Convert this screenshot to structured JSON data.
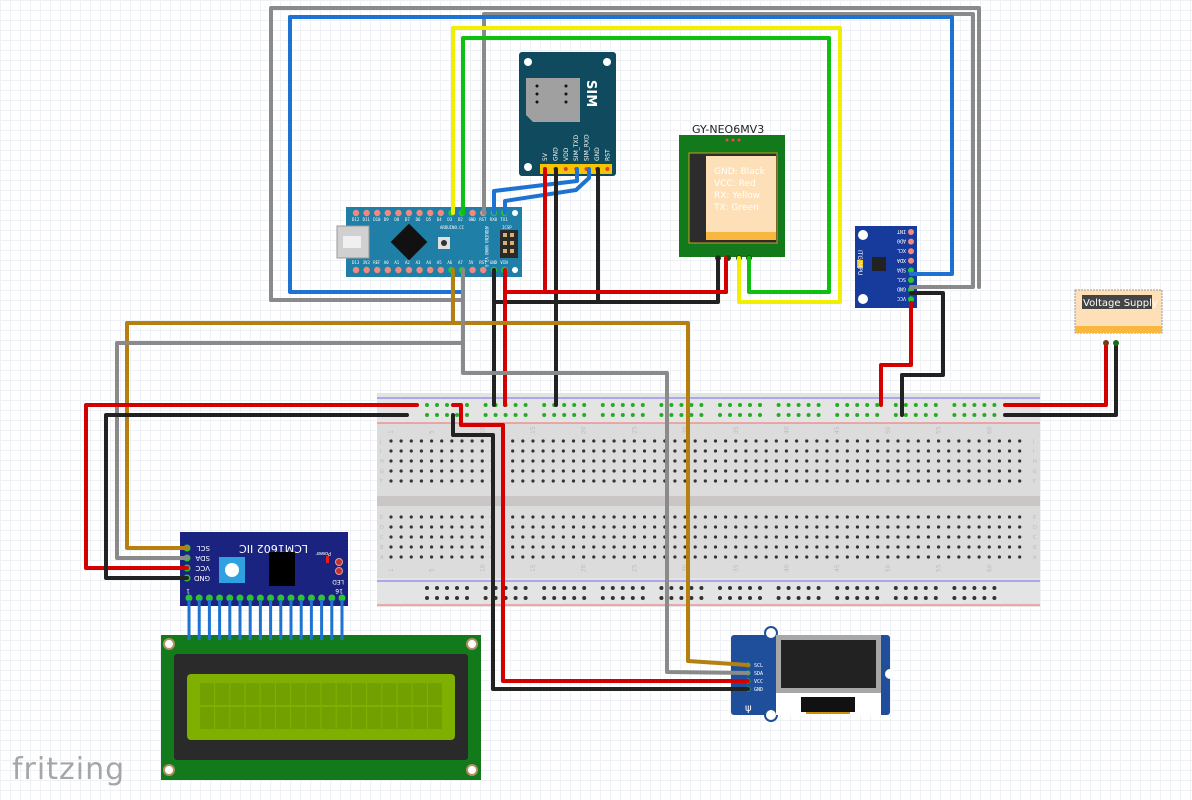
{
  "app": {
    "logo": "fritzing"
  },
  "colors": {
    "wire_red": "#d40000",
    "wire_black": "#222222",
    "wire_blue": "#1e73d2",
    "wire_yellow": "#f2ee00",
    "wire_green": "#10c010",
    "wire_gray": "#8a8a8a",
    "wire_brown": "#b5800f",
    "pcb_teal": "#0f4a5e",
    "pcb_green": "#137a1c",
    "pcb_blue": "#173b9c",
    "pcb_navy": "#1b2380",
    "arduino_blue": "#1f7fa6"
  },
  "components": {
    "sim": {
      "title": "SIM",
      "pins": [
        "5V",
        "GND",
        "VDD",
        "SIM_TXD",
        "SIM_RXD",
        "GND",
        "RST"
      ]
    },
    "gps": {
      "title": "GY-NEO6MV3",
      "notes": [
        "GND: Black",
        "VCC: Red",
        "RX: Yellow",
        "TX: Green"
      ]
    },
    "arduino": {
      "top_pins": [
        "D12",
        "D11",
        "D10",
        "D9",
        "D8",
        "D7",
        "D6",
        "D5",
        "D4",
        "D3",
        "D2",
        "GND",
        "RST",
        "RX0",
        "TX1"
      ],
      "bottom_pins": [
        "D13",
        "3V3",
        "REF",
        "A0",
        "A1",
        "A2",
        "A3",
        "A4",
        "A5",
        "A6",
        "A7",
        "5V",
        "RST",
        "GND",
        "VIN"
      ],
      "labels": [
        "ARDUINO.CC",
        "ARDUINO NANO V3.0",
        "ICSP",
        "RST",
        "USB"
      ]
    },
    "mpu": {
      "title": "ITG/MPU",
      "pins": [
        "INT",
        "AD0",
        "XCL",
        "XDA",
        "SDA",
        "SCL",
        "GND",
        "VCC"
      ]
    },
    "voltage_supply": {
      "title": "Voltage Supply"
    },
    "lcd_i2c": {
      "title": "LCM1602 IIC",
      "pins": [
        "SCL",
        "SDA",
        "VCC",
        "GND"
      ],
      "extra": [
        "Power",
        "LED",
        "1",
        "16"
      ]
    },
    "oled": {
      "pins": [
        "SCL",
        "SDA",
        "VCC",
        "GND"
      ]
    },
    "breadboard": {
      "column_numbers": [
        "1",
        "5",
        "10",
        "15",
        "20",
        "25",
        "30",
        "35",
        "40",
        "45",
        "50",
        "55",
        "60"
      ],
      "row_letters_top": [
        "J",
        "I",
        "H",
        "G",
        "F"
      ],
      "row_letters_bottom": [
        "E",
        "D",
        "C",
        "B",
        "A"
      ]
    }
  }
}
